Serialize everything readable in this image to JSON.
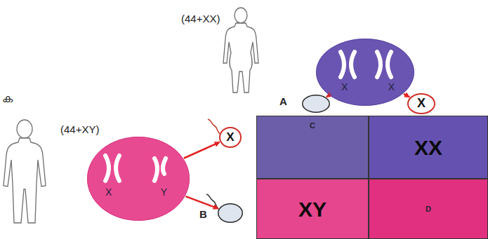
{
  "diagram": {
    "nodes": [
      {
        "text": [
          "X",
          "X"
        ]
      },
      {
        "text": [
          "A"
        ]
      },
      {
        "text": [
          "X"
        ]
      },
      {
        "text": [
          "X",
          "Y"
        ]
      },
      {
        "text": [
          "X"
        ]
      },
      {
        "text": [
          "B"
        ]
      },
      {
        "text": [
          "C"
        ]
      },
      {
        "text": [
          "XX"
        ]
      },
      {
        "text": [
          "XY"
        ]
      },
      {
        "text": [
          "D"
        ]
      }
    ],
    "edges": [
      {
        "from": 0,
        "to": 1,
        "arrow": "to"
      },
      {
        "from": 0,
        "to": 2,
        "arrow": "to"
      },
      {
        "from": 3,
        "to": 4,
        "arrow": "to"
      },
      {
        "from": 3,
        "to": 5,
        "arrow": "to"
      }
    ],
    "labels": [
      "(44+XX)",
      "ക",
      "(44+XY)"
    ]
  }
}
